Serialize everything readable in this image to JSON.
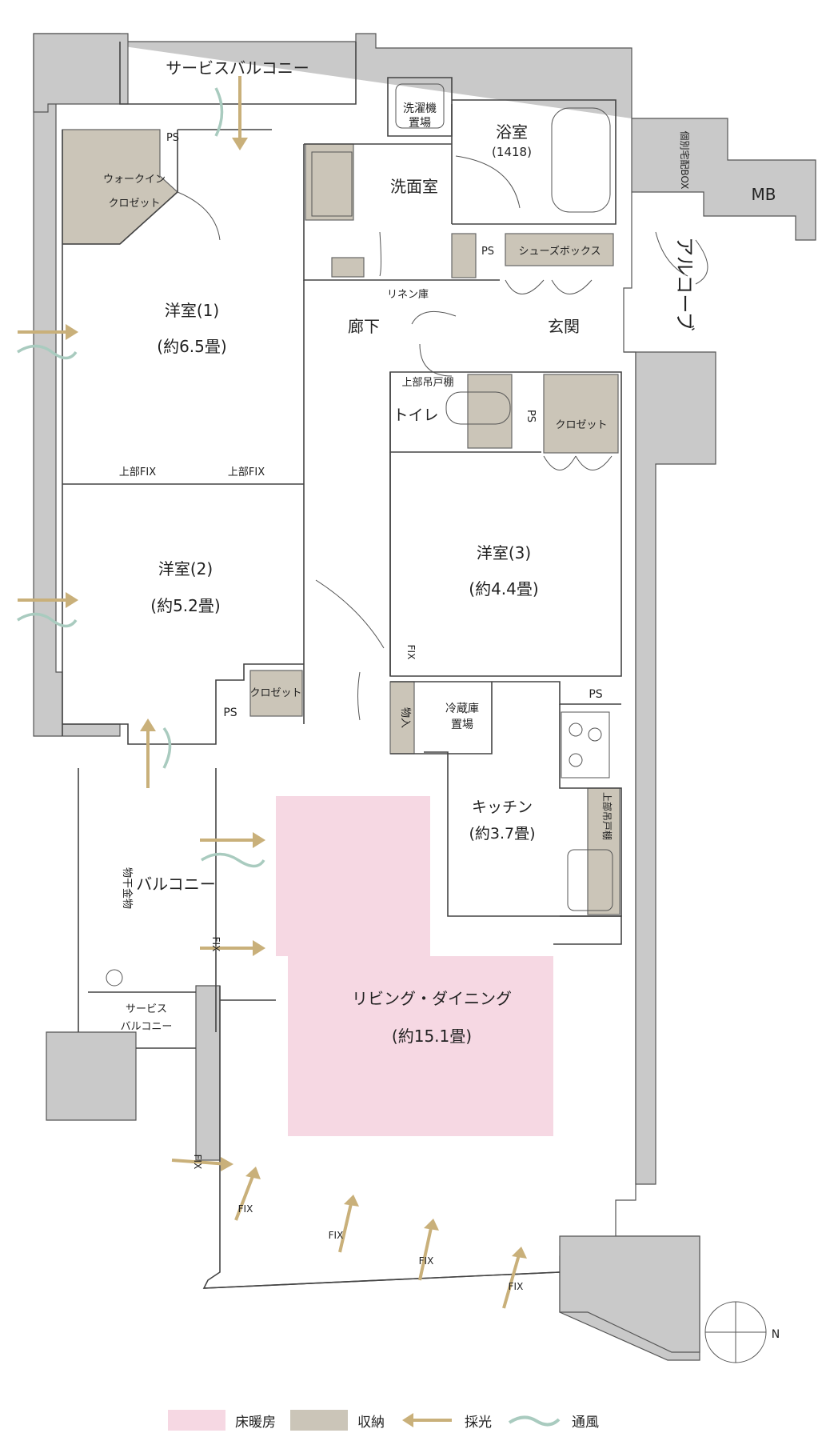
{
  "rooms": {
    "service_balcony_top": "サービスバルコニー",
    "walkin_line1": "ウォークイン",
    "walkin_line2": "クロゼット",
    "ps": "PS",
    "washer_line1": "洗濯機",
    "washer_line2": "置場",
    "bath": "浴室",
    "bath_size": "(1418)",
    "washroom": "洗面室",
    "delivery_box": "個別宅配BOX",
    "mb": "MB",
    "alcove": "アルコーブ",
    "shoe_box": "シューズボックス",
    "linen": "リネン庫",
    "corridor": "廊下",
    "entrance": "玄関",
    "western1": "洋室(1)",
    "western1_size": "(約6.5畳)",
    "upper_fix": "上部FIX",
    "upper_cabinet": "上部吊戸棚",
    "toilet": "トイレ",
    "closet": "クロゼット",
    "western2": "洋室(2)",
    "western2_size": "(約5.2畳)",
    "western3": "洋室(3)",
    "western3_size": "(約4.4畳)",
    "fix": "FIX",
    "storage_small": "物入",
    "fridge_line1": "冷蔵庫",
    "fridge_line2": "置場",
    "kitchen": "キッチン",
    "kitchen_size": "(約3.7畳)",
    "hanging_cabinet": "上部吊戸棚",
    "balcony": "バルコニー",
    "drying_rack": "物干金物",
    "service_balcony_line1": "サービス",
    "service_balcony_line2": "バルコニー",
    "living": "リビング・ダイニング",
    "living_size": "(約15.1畳)",
    "north": "N"
  },
  "legend": {
    "floor_heating": "床暖房",
    "storage": "収納",
    "daylight": "採光",
    "ventilation": "通風"
  },
  "colors": {
    "floor_heating": "#f6d8e3",
    "storage": "#cbc5b8",
    "daylight_arrow": "#c9b07a",
    "ventilation": "#a9cbbf",
    "wall": "#c9c9c9"
  }
}
